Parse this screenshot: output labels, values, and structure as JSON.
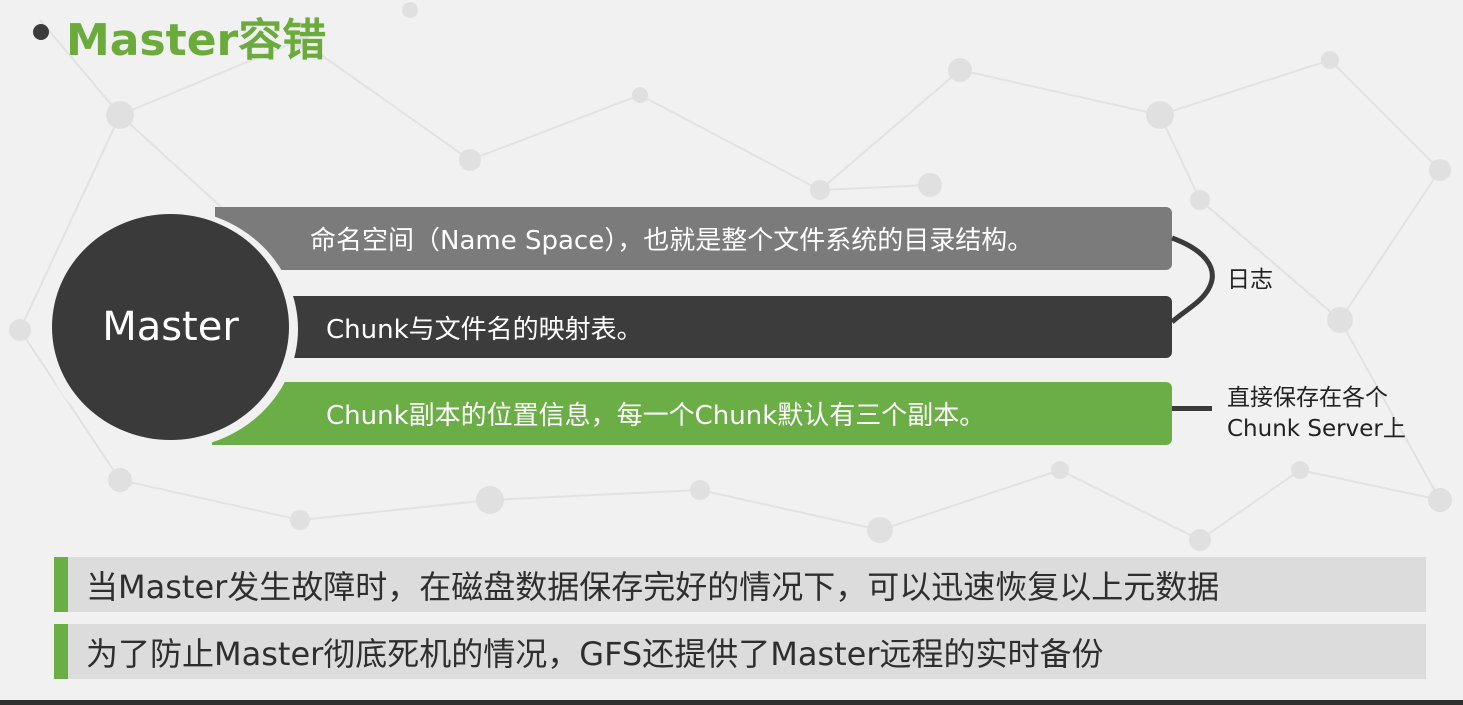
{
  "slide": {
    "title": "Master容错",
    "master_label": "Master",
    "bars": [
      {
        "text": "命名空间（Name Space），也就是整个文件系统的目录结构。",
        "color": "#7b7b7b"
      },
      {
        "text": "Chunk与文件名的映射表。",
        "color": "#3c3c3c"
      },
      {
        "text": "Chunk副本的位置信息，每一个Chunk默认有三个副本。",
        "color": "#6aae45"
      }
    ],
    "log_label": "日志",
    "direct_label_line1": "直接保存在各个",
    "direct_label_line2": "Chunk Server上",
    "notes": [
      "当Master发生故障时，在磁盘数据保存完好的情况下，可以迅速恢复以上元数据",
      "为了防止Master彻底死机的情况，GFS还提供了Master远程的实时备份"
    ],
    "accent_color": "#6aab3b"
  }
}
